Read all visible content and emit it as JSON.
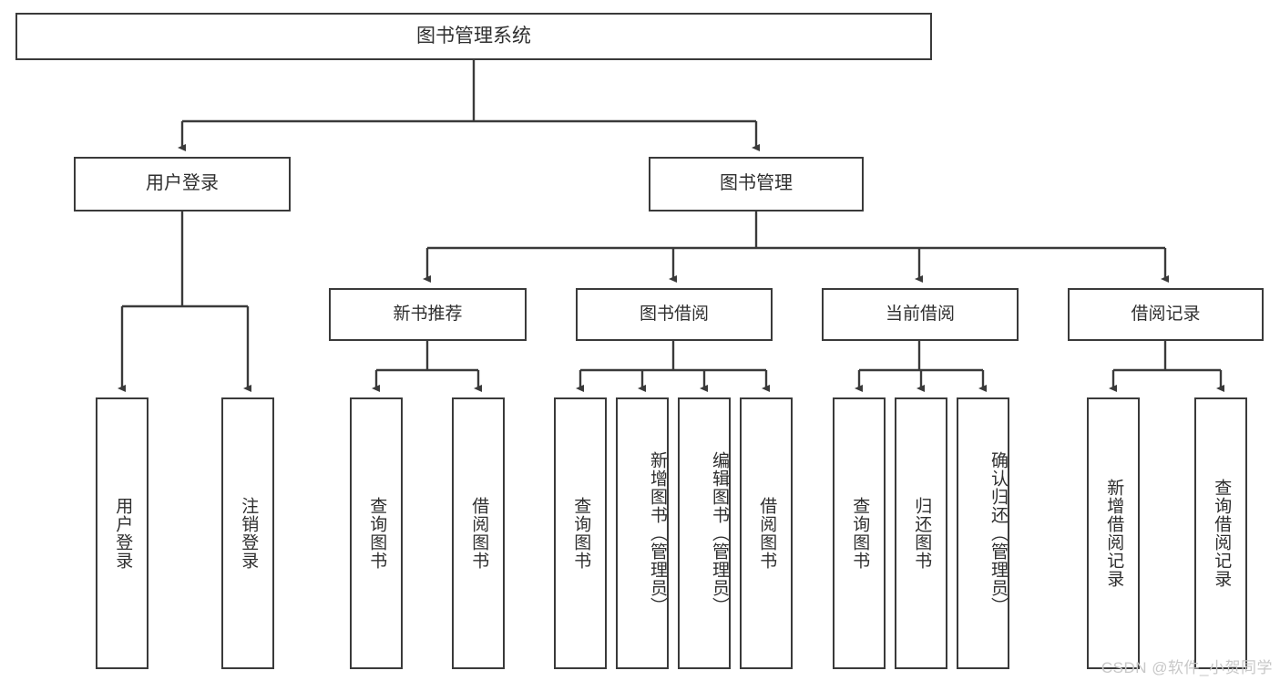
{
  "diagram": {
    "type": "tree-hierarchy",
    "title": "图书管理系统",
    "watermark": "CSDN @软件_小贺同学",
    "colors": {
      "box_border": "#3a3a3a",
      "box_fill": "#ffffff",
      "connector": "#3a3a3a",
      "text": "#2f2f2f",
      "watermark": "#c8c8c8"
    },
    "nodes": {
      "root": {
        "label": "图书管理系统"
      },
      "level2": [
        {
          "label": "用户登录"
        },
        {
          "label": "图书管理"
        }
      ],
      "level3": [
        {
          "label": "新书推荐"
        },
        {
          "label": "图书借阅"
        },
        {
          "label": "当前借阅"
        },
        {
          "label": "借阅记录"
        }
      ],
      "leaves": {
        "user_login": [
          {
            "label": "用户登录"
          },
          {
            "label": "注销登录"
          }
        ],
        "new_book_recommend": [
          {
            "label": "查询图书"
          },
          {
            "label": "借阅图书"
          }
        ],
        "book_borrow": [
          {
            "label": "查询图书"
          },
          {
            "label": "新增图书（管理员）"
          },
          {
            "label": "编辑图书（管理员）"
          },
          {
            "label": "借阅图书"
          }
        ],
        "current_borrow": [
          {
            "label": "查询图书"
          },
          {
            "label": "归还图书"
          },
          {
            "label": "确认归还（管理员）"
          }
        ],
        "borrow_record": [
          {
            "label": "新增借阅记录"
          },
          {
            "label": "查询借阅记录"
          }
        ]
      }
    }
  }
}
